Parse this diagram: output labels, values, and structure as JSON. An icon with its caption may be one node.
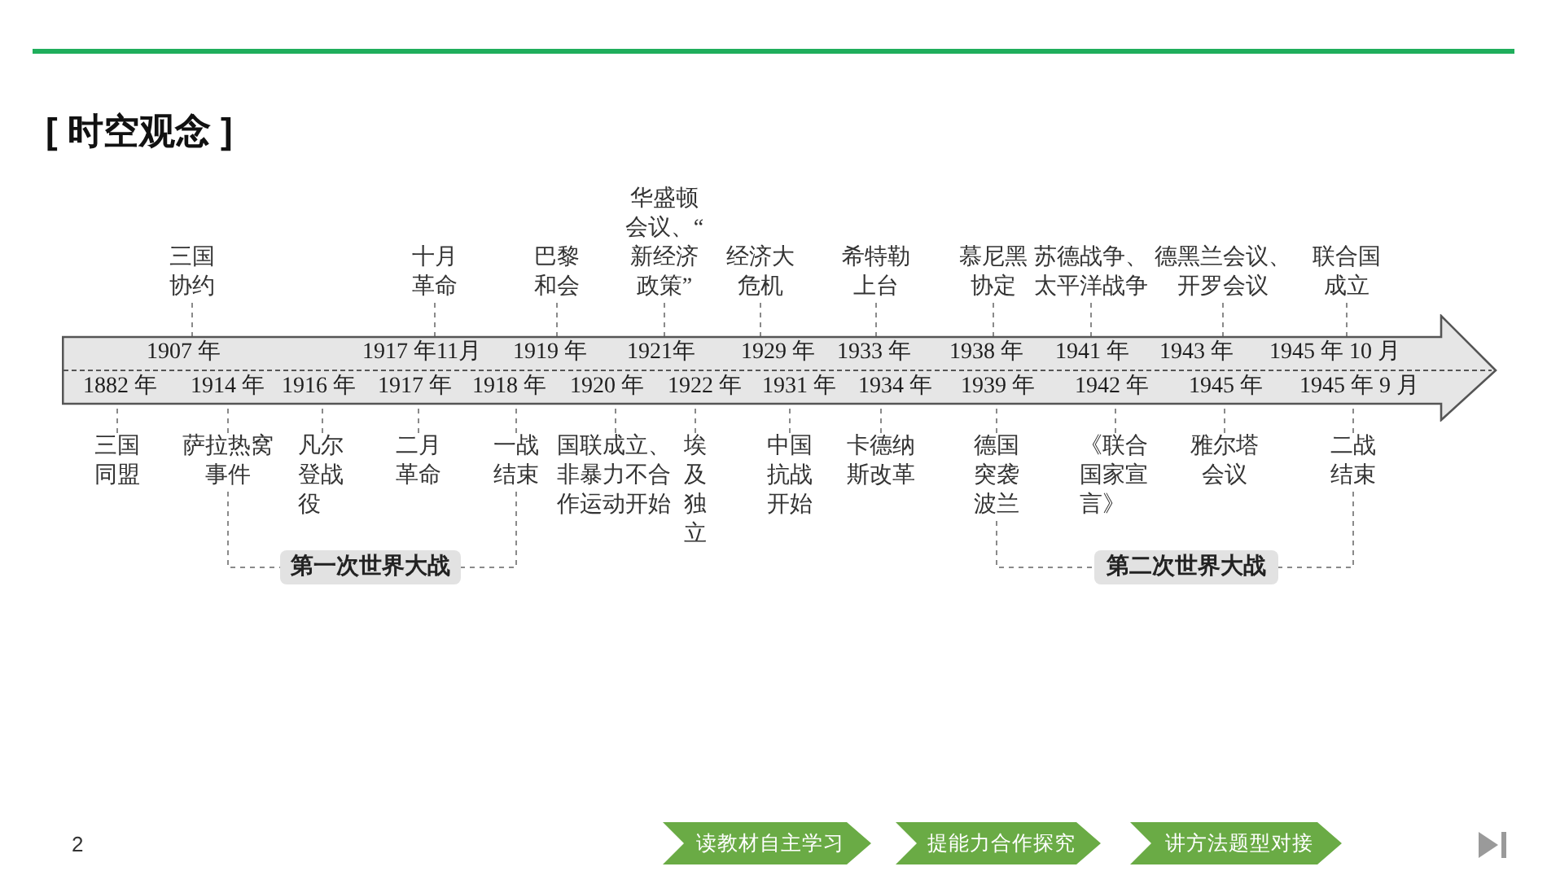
{
  "diagram": {
    "title": "[ 时空观念 ]",
    "nodes": [
      {
        "text": [
          "三国协约"
        ]
      },
      {
        "text": [
          "十月革命"
        ]
      },
      {
        "text": [
          "巴黎和会"
        ]
      },
      {
        "text": [
          "华盛顿会议、“新经济政策”"
        ]
      },
      {
        "text": [
          "经济大危机"
        ]
      },
      {
        "text": [
          "希特勒上台"
        ]
      },
      {
        "text": [
          "慕尼黑协定"
        ]
      },
      {
        "text": [
          "苏德战争、太平洋战争"
        ]
      },
      {
        "text": [
          "德黑兰会议、开罗会议"
        ]
      },
      {
        "text": [
          "联合国成立"
        ]
      },
      {
        "text": [],
        "shape": "arrow"
      },
      {
        "text": [
          "1907 年"
        ],
        "in": 10
      },
      {
        "text": [
          "1917 年11月"
        ],
        "in": 10
      },
      {
        "text": [
          "1919 年"
        ],
        "in": 10
      },
      {
        "text": [
          "1921年"
        ],
        "in": 10
      },
      {
        "text": [
          "1929 年"
        ],
        "in": 10
      },
      {
        "text": [
          "1933 年"
        ],
        "in": 10
      },
      {
        "text": [
          "1938 年"
        ],
        "in": 10
      },
      {
        "text": [
          "1941 年"
        ],
        "in": 10
      },
      {
        "text": [
          "1943 年"
        ],
        "in": 10
      },
      {
        "text": [
          "1945 年 10 月"
        ],
        "in": 10
      },
      {
        "text": [
          "1882 年"
        ],
        "in": 10
      },
      {
        "text": [
          "1914 年"
        ],
        "in": 10
      },
      {
        "text": [
          "1916 年"
        ],
        "in": 10
      },
      {
        "text": [
          "1917 年"
        ],
        "in": 10
      },
      {
        "text": [
          "1918 年"
        ],
        "in": 10
      },
      {
        "text": [
          "1920 年"
        ],
        "in": 10
      },
      {
        "text": [
          "1922 年"
        ],
        "in": 10
      },
      {
        "text": [
          "1931 年"
        ],
        "in": 10
      },
      {
        "text": [
          "1934 年"
        ],
        "in": 10
      },
      {
        "text": [
          "1939 年"
        ],
        "in": 10
      },
      {
        "text": [
          "1942 年"
        ],
        "in": 10
      },
      {
        "text": [
          "1945 年"
        ],
        "in": 10
      },
      {
        "text": [
          "1945 年 9 月"
        ],
        "in": 10
      },
      {
        "text": [
          "三国同盟"
        ]
      },
      {
        "text": [
          "萨拉热窝事件"
        ]
      },
      {
        "text": [
          "凡尔登战役"
        ]
      },
      {
        "text": [
          "二月革命"
        ]
      },
      {
        "text": [
          "一战结束"
        ]
      },
      {
        "text": [
          "国联成立、非暴力不合作运动开始"
        ]
      },
      {
        "text": [
          "埃及独立"
        ]
      },
      {
        "text": [
          "中国抗战开始"
        ]
      },
      {
        "text": [
          "卡德纳斯改革"
        ]
      },
      {
        "text": [
          "德国突袭波兰"
        ]
      },
      {
        "text": [
          "《联合国家宣言》"
        ]
      },
      {
        "text": [
          "雅尔塔会议"
        ]
      },
      {
        "text": [
          "二战结束"
        ]
      },
      {
        "text": [
          "第一次世界大战"
        ]
      },
      {
        "text": [
          "第二次世界大战"
        ]
      },
      {
        "text": [
          "读教材自主学习"
        ]
      },
      {
        "text": [
          "提能力合作探究"
        ]
      },
      {
        "text": [
          "讲方法题型对接"
        ]
      }
    ],
    "edges": [
      {
        "from": 0,
        "to": 11,
        "arrow": "none",
        "style": "dashed"
      },
      {
        "from": 1,
        "to": 12,
        "arrow": "none",
        "style": "dashed"
      },
      {
        "from": 2,
        "to": 13,
        "arrow": "none",
        "style": "dashed"
      },
      {
        "from": 3,
        "to": 14,
        "arrow": "none",
        "style": "dashed"
      },
      {
        "from": 4,
        "to": 15,
        "arrow": "none",
        "style": "dashed"
      },
      {
        "from": 5,
        "to": 16,
        "arrow": "none",
        "style": "dashed"
      },
      {
        "from": 6,
        "to": 17,
        "arrow": "none",
        "style": "dashed"
      },
      {
        "from": 7,
        "to": 18,
        "arrow": "none",
        "style": "dashed"
      },
      {
        "from": 8,
        "to": 19,
        "arrow": "none",
        "style": "dashed"
      },
      {
        "from": 9,
        "to": 20,
        "arrow": "none",
        "style": "dashed"
      },
      {
        "from": 34,
        "to": 21,
        "arrow": "none",
        "style": "dashed"
      },
      {
        "from": 35,
        "to": 22,
        "arrow": "none",
        "style": "dashed"
      },
      {
        "from": 36,
        "to": 23,
        "arrow": "none",
        "style": "dashed"
      },
      {
        "from": 37,
        "to": 24,
        "arrow": "none",
        "style": "dashed"
      },
      {
        "from": 38,
        "to": 25,
        "arrow": "none",
        "style": "dashed"
      },
      {
        "from": 39,
        "to": 26,
        "arrow": "none",
        "style": "dashed"
      },
      {
        "from": 40,
        "to": 27,
        "arrow": "none",
        "style": "dashed"
      },
      {
        "from": 41,
        "to": 28,
        "arrow": "none",
        "style": "dashed"
      },
      {
        "from": 42,
        "to": 29,
        "arrow": "none",
        "style": "dashed"
      },
      {
        "from": 43,
        "to": 30,
        "arrow": "none",
        "style": "dashed"
      },
      {
        "from": 44,
        "to": 31,
        "arrow": "none",
        "style": "dashed"
      },
      {
        "from": 45,
        "to": 32,
        "arrow": "none",
        "style": "dashed"
      },
      {
        "from": 46,
        "to": 33,
        "arrow": "none",
        "style": "dashed"
      },
      {
        "from": 35,
        "to": 47,
        "arrow": "none",
        "style": "dashed"
      },
      {
        "from": 38,
        "to": 47,
        "arrow": "none",
        "style": "dashed"
      },
      {
        "from": 43,
        "to": 48,
        "arrow": "none",
        "style": "dashed"
      },
      {
        "from": 46,
        "to": 48,
        "arrow": "none",
        "style": "dashed"
      }
    ],
    "labels": [
      "2"
    ]
  }
}
